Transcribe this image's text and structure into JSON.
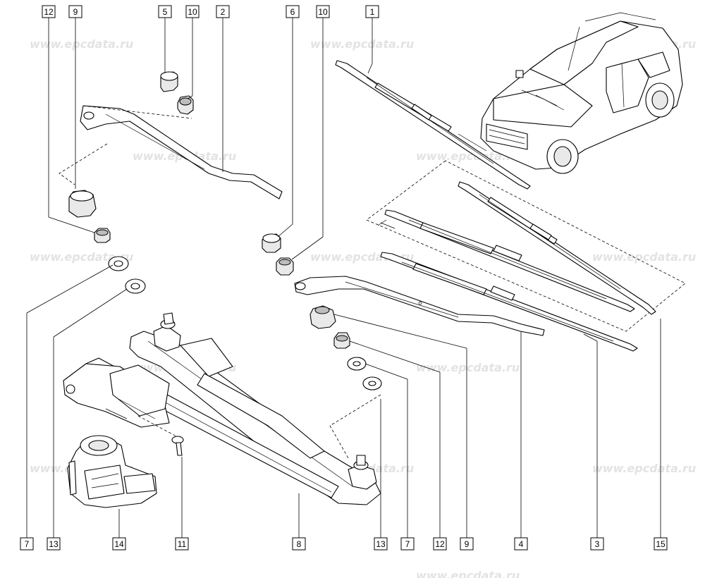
{
  "watermark": {
    "text": "www.epcdata.ru",
    "color": "#e3e3e3"
  },
  "callouts": [
    {
      "id": "c12a",
      "label": "12"
    },
    {
      "id": "c9a",
      "label": "9"
    },
    {
      "id": "c5",
      "label": "5"
    },
    {
      "id": "c10a",
      "label": "10"
    },
    {
      "id": "c2",
      "label": "2"
    },
    {
      "id": "c6",
      "label": "6"
    },
    {
      "id": "c10b",
      "label": "10"
    },
    {
      "id": "c1",
      "label": "1"
    },
    {
      "id": "c7a",
      "label": "7"
    },
    {
      "id": "c13a",
      "label": "13"
    },
    {
      "id": "c14",
      "label": "14"
    },
    {
      "id": "c11",
      "label": "11"
    },
    {
      "id": "c8",
      "label": "8"
    },
    {
      "id": "c13b",
      "label": "13"
    },
    {
      "id": "c7b",
      "label": "7"
    },
    {
      "id": "c12b",
      "label": "12"
    },
    {
      "id": "c9b",
      "label": "9"
    },
    {
      "id": "c4",
      "label": "4"
    },
    {
      "id": "c3",
      "label": "3"
    },
    {
      "id": "c15",
      "label": "15"
    }
  ]
}
